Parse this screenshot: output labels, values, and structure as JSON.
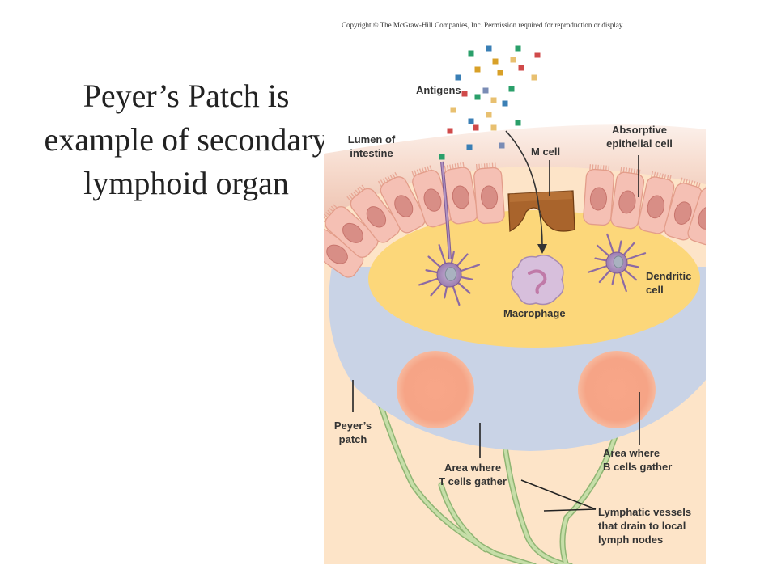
{
  "slide": {
    "title_lines": [
      "Peyer’s Patch is",
      "example of secondary",
      "lymphoid organ"
    ],
    "copyright": "Copyright © The McGraw-Hill Companies, Inc. Permission required for reproduction or display."
  },
  "diagram": {
    "labels": {
      "antigens": "Antigens",
      "lumen": [
        "Lumen of",
        "intestine"
      ],
      "m_cell": "M cell",
      "absorptive": [
        "Absorptive",
        "epithelial cell"
      ],
      "dendritic": [
        "Dendritic",
        "cell"
      ],
      "macrophage": "Macrophage",
      "peyers_patch": [
        "Peyer’s",
        "patch"
      ],
      "t_cells": [
        "Area where",
        "T cells gather"
      ],
      "b_cells": [
        "Area where",
        "B cells gather"
      ],
      "lymphatic": [
        "Lymphatic vessels",
        "that drain to local",
        "lymph nodes"
      ]
    },
    "colors": {
      "tissue_bg": "#fde4c8",
      "patch_blue": "#c9d3e6",
      "dome_yellow": "#fcd77a",
      "epithelium": "#f5c0b4",
      "nucleus": "#d88e86",
      "m_cell": "#a9642c",
      "follicle": "#f7a283",
      "vessel": "#a8c98a",
      "dendritic": "#a98dba",
      "macrophage": "#d7bfdc"
    }
  }
}
